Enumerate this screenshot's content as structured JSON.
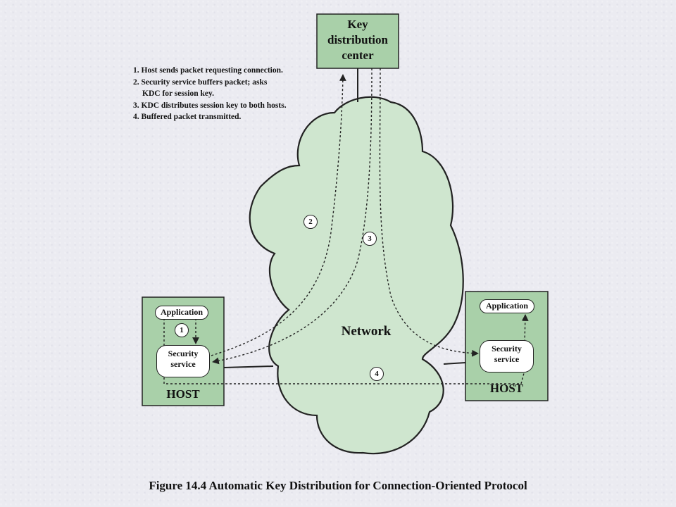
{
  "kdc": {
    "line1": "Key",
    "line2": "distribution",
    "line3": "center"
  },
  "steps": [
    "1. Host sends packet requesting connection.",
    "2. Security service buffers packet; asks",
    "KDC for session key.",
    "3. KDC distributes session key to both hosts.",
    "4. Buffered packet transmitted."
  ],
  "network_label": "Network",
  "hosts": {
    "left": {
      "application": "Application",
      "security_line1": "Security",
      "security_line2": "service",
      "label": "HOST"
    },
    "right": {
      "application": "Application",
      "security_line1": "Security",
      "security_line2": "service",
      "label": "HOST"
    }
  },
  "markers": {
    "m1": "1",
    "m2": "2",
    "m3": "3",
    "m4": "4"
  },
  "caption": "Figure 14.4 Automatic Key Distribution for Connection-Oriented Protocol",
  "colors": {
    "box_fill": "#a9d0a9",
    "cloud_fill": "#cfe6cf",
    "stroke": "#222222",
    "background": "#ebebf1"
  }
}
